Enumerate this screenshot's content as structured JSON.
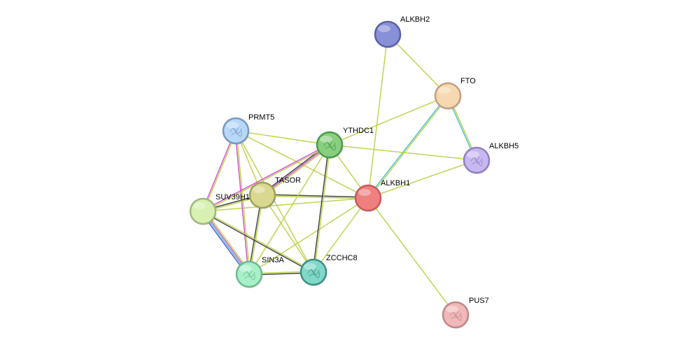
{
  "nodes": [
    {
      "id": "ALKBH1",
      "label": "ALKBH1",
      "color": "#f08080",
      "stroke": "#c85a5a",
      "emphasized": true,
      "structure": false
    },
    {
      "id": "ALKBH2",
      "label": "ALKBH2",
      "color": "#8890d8",
      "stroke": "#5a60a8",
      "emphasized": false,
      "structure": false
    },
    {
      "id": "FTO",
      "label": "FTO",
      "color": "#f8d8b0",
      "stroke": "#c0a080",
      "emphasized": false,
      "structure": false
    },
    {
      "id": "ALKBH5",
      "label": "ALKBH5",
      "color": "#c8b8f0",
      "stroke": "#9080c0",
      "emphasized": false,
      "structure": true
    },
    {
      "id": "PRMT5",
      "label": "PRMT5",
      "color": "#b8d8f8",
      "stroke": "#7898c0",
      "emphasized": false,
      "structure": true
    },
    {
      "id": "YTHDC1",
      "label": "YTHDC1",
      "color": "#88d080",
      "stroke": "#4a9a48",
      "emphasized": false,
      "structure": true
    },
    {
      "id": "TASOR",
      "label": "TASOR",
      "color": "#d8d890",
      "stroke": "#a0a060",
      "emphasized": false,
      "structure": false
    },
    {
      "id": "SUV39H1",
      "label": "SUV39H1",
      "color": "#d8f0b0",
      "stroke": "#a0b880",
      "emphasized": false,
      "structure": false
    },
    {
      "id": "SIN3A",
      "label": "SIN3A",
      "color": "#a8f0c8",
      "stroke": "#70b890",
      "emphasized": false,
      "structure": true
    },
    {
      "id": "ZCCHC8",
      "label": "ZCCHC8",
      "color": "#80d8c8",
      "stroke": "#409080",
      "emphasized": false,
      "structure": true
    },
    {
      "id": "PUS7",
      "label": "PUS7",
      "color": "#f0b8b8",
      "stroke": "#c08888",
      "emphasized": false,
      "structure": true
    }
  ],
  "edge_colors": {
    "textmining": "#b8d040",
    "coexpression": "#333333",
    "experimental": "#d040d0",
    "database": "#40b8d0",
    "homology": "#4050c0"
  },
  "edges": [
    {
      "from": "ALKBH2",
      "to": "FTO",
      "types": [
        "textmining"
      ]
    },
    {
      "from": "ALKBH2",
      "to": "ALKBH1",
      "types": [
        "textmining"
      ]
    },
    {
      "from": "FTO",
      "to": "ALKBH1",
      "types": [
        "textmining",
        "database"
      ]
    },
    {
      "from": "FTO",
      "to": "ALKBH5",
      "types": [
        "textmining",
        "database"
      ]
    },
    {
      "from": "FTO",
      "to": "YTHDC1",
      "types": [
        "textmining"
      ]
    },
    {
      "from": "ALKBH5",
      "to": "ALKBH1",
      "types": [
        "textmining"
      ]
    },
    {
      "from": "ALKBH5",
      "to": "YTHDC1",
      "types": [
        "textmining"
      ]
    },
    {
      "from": "ALKBH1",
      "to": "PUS7",
      "types": [
        "textmining"
      ]
    },
    {
      "from": "ALKBH1",
      "to": "YTHDC1",
      "types": [
        "textmining"
      ]
    },
    {
      "from": "ALKBH1",
      "to": "TASOR",
      "types": [
        "textmining",
        "coexpression"
      ]
    },
    {
      "from": "ALKBH1",
      "to": "SUV39H1",
      "types": [
        "textmining"
      ]
    },
    {
      "from": "ALKBH1",
      "to": "SIN3A",
      "types": [
        "textmining"
      ]
    },
    {
      "from": "ALKBH1",
      "to": "ZCCHC8",
      "types": [
        "textmining"
      ]
    },
    {
      "from": "ALKBH1",
      "to": "PRMT5",
      "types": [
        "textmining"
      ]
    },
    {
      "from": "PRMT5",
      "to": "YTHDC1",
      "types": [
        "textmining"
      ]
    },
    {
      "from": "PRMT5",
      "to": "SUV39H1",
      "types": [
        "textmining",
        "experimental"
      ]
    },
    {
      "from": "PRMT5",
      "to": "SIN3A",
      "types": [
        "textmining",
        "experimental"
      ]
    },
    {
      "from": "PRMT5",
      "to": "TASOR",
      "types": [
        "textmining"
      ]
    },
    {
      "from": "PRMT5",
      "to": "ZCCHC8",
      "types": [
        "textmining"
      ]
    },
    {
      "from": "YTHDC1",
      "to": "TASOR",
      "types": [
        "textmining",
        "experimental",
        "coexpression"
      ]
    },
    {
      "from": "YTHDC1",
      "to": "SUV39H1",
      "types": [
        "textmining",
        "experimental"
      ]
    },
    {
      "from": "YTHDC1",
      "to": "ZCCHC8",
      "types": [
        "textmining",
        "coexpression"
      ]
    },
    {
      "from": "YTHDC1",
      "to": "SIN3A",
      "types": [
        "textmining"
      ]
    },
    {
      "from": "TASOR",
      "to": "SUV39H1",
      "types": [
        "textmining",
        "coexpression"
      ]
    },
    {
      "from": "TASOR",
      "to": "SIN3A",
      "types": [
        "textmining",
        "coexpression"
      ]
    },
    {
      "from": "TASOR",
      "to": "ZCCHC8",
      "types": [
        "textmining"
      ]
    },
    {
      "from": "SUV39H1",
      "to": "SIN3A",
      "types": [
        "textmining",
        "experimental",
        "database",
        "homology"
      ]
    },
    {
      "from": "SUV39H1",
      "to": "ZCCHC8",
      "types": [
        "textmining",
        "coexpression"
      ]
    },
    {
      "from": "SIN3A",
      "to": "ZCCHC8",
      "types": [
        "textmining",
        "coexpression"
      ]
    }
  ]
}
